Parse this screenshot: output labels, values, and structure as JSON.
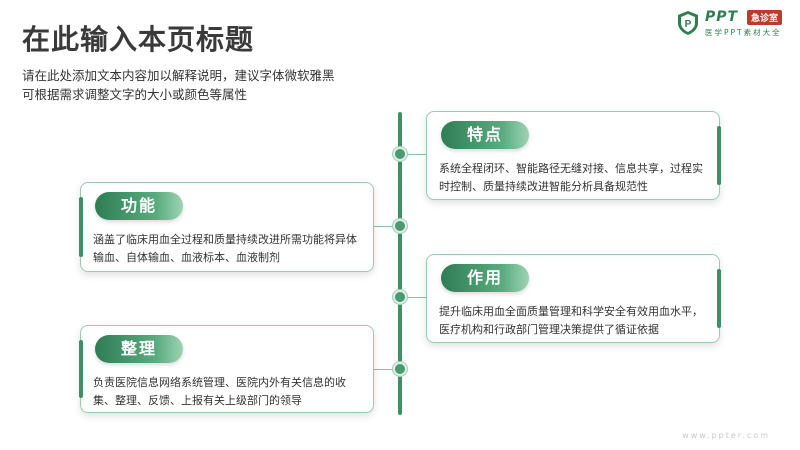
{
  "header": {
    "title": "在此输入本页标题",
    "subtitle_line1": "请在此处添加文本内容加以解释说明，建议字体微软雅黑",
    "subtitle_line2": "可根据需求调整文字的大小或颜色等属性"
  },
  "logo": {
    "brand": "PPT",
    "badge": "急诊室",
    "tagline": "医学PPT素材大全"
  },
  "cards": [
    {
      "title": "特点",
      "text": "系统全程闭环、智能路径无缝对接、信息共享，过程实时控制、质量持续改进智能分析具备规范性"
    },
    {
      "title": "功能",
      "text": "涵盖了临床用血全过程和质量持续改进所需功能将异体输血、自体输血、血液标本、血液制剂"
    },
    {
      "title": "作用",
      "text": "提升临床用血全面质量管理和科学安全有效用血水平，医疗机构和行政部门管理决策提供了循证依据"
    },
    {
      "title": "整理",
      "text": "负责医院信息网络系统管理、医院内外有关信息的收集、整理、反馈、上报有关上级部门的领导"
    }
  ],
  "footer": {
    "watermark": "www.ppter.com"
  },
  "colors": {
    "accent": "#3f8f66",
    "pill_start": "#2f7d55",
    "pill_end": "#9ed3b4",
    "badge": "#c0392b"
  }
}
